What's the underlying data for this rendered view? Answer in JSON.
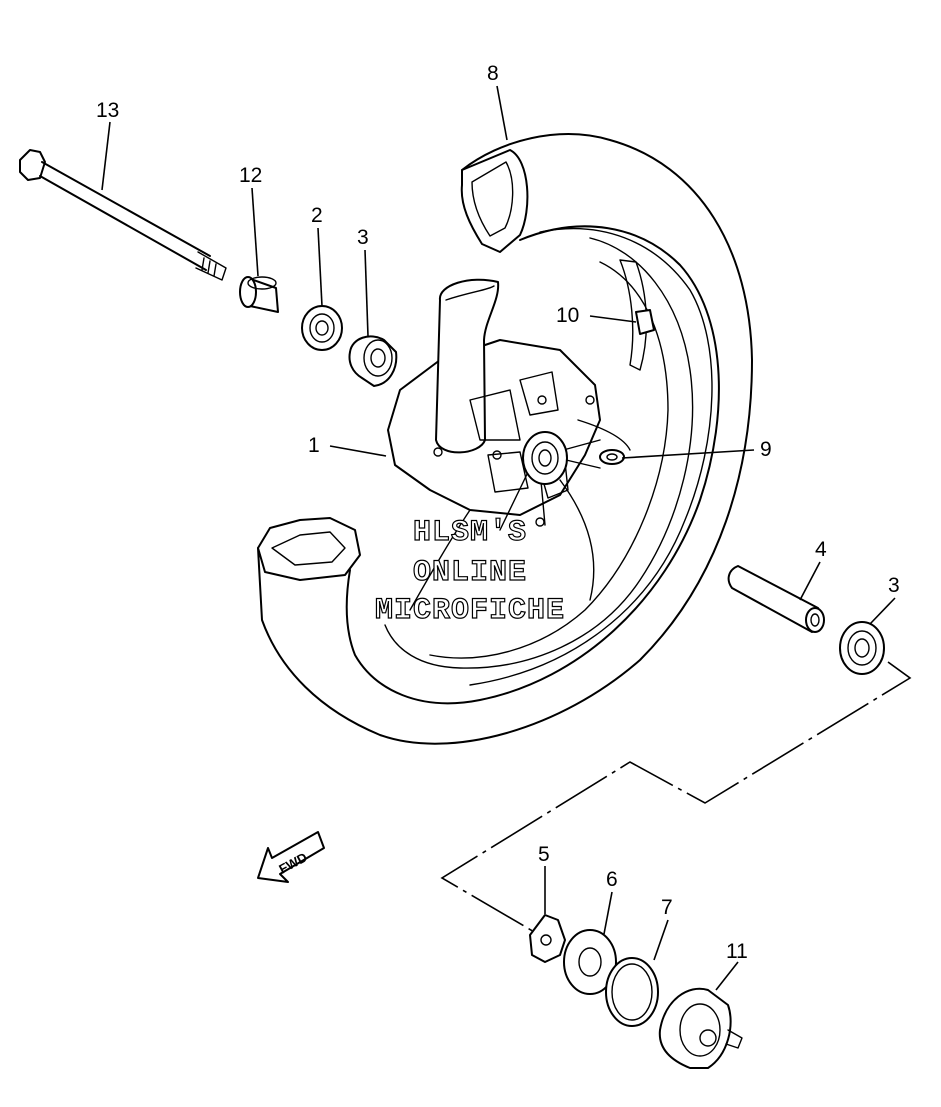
{
  "diagram": {
    "callouts": {
      "c1": "1",
      "c2": "2",
      "c3a": "3",
      "c3b": "3",
      "c4": "4",
      "c5": "5",
      "c6": "6",
      "c7": "7",
      "c8": "8",
      "c9": "9",
      "c10": "10",
      "c11": "11",
      "c12": "12",
      "c13": "13"
    },
    "direction_arrow": "FWD",
    "watermark": [
      "HLSM'S",
      "ONLINE",
      "MICROFICHE"
    ]
  }
}
